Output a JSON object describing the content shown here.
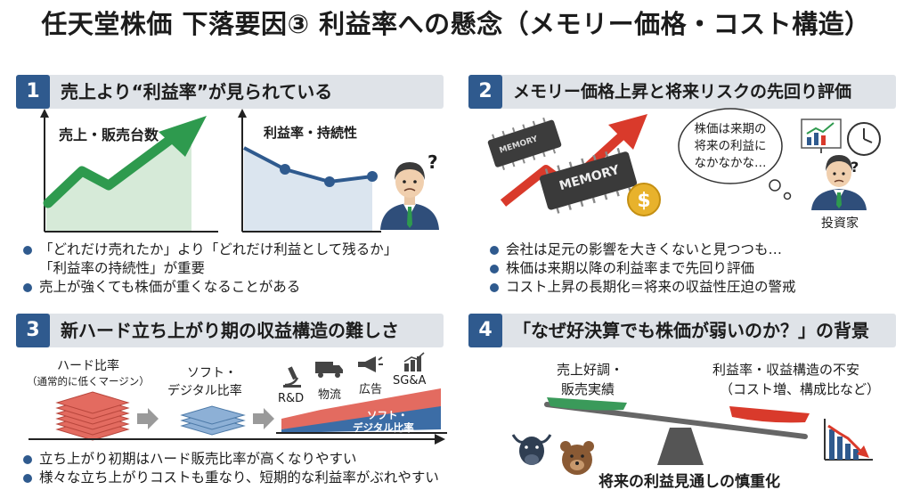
{
  "title": "任天堂株価 下落要因③ 利益率への懸念（メモリー価格・コスト構造）",
  "sections": [
    {
      "num": "1",
      "title": "売上より“利益率”が見られている",
      "chart_left_label": "売上・販売台数",
      "chart_right_label": "利益率・持続性",
      "bullets": [
        "「どれだけ売れたか」より「どれだけ利益として残るか」",
        "「利益率の持続性」が重要",
        "売上が強くても株価が重くなることがある"
      ]
    },
    {
      "num": "2",
      "title": "メモリー価格上昇と将来リスクの先回り評価",
      "chip_small_label": "MEMORY",
      "chip_big_label": "MEMORY",
      "bubble_lines": [
        "株価は来期の",
        "将来の利益に",
        "なかなかな…"
      ],
      "investor_label": "投資家",
      "bullets": [
        "会社は足元の影響を大きくないと見つつも…",
        "株価は来期以降の利益率まで先回り評価",
        "コスト上昇の長期化＝将来の収益性圧迫の警戒"
      ]
    },
    {
      "num": "3",
      "title": "新ハード立ち上がり期の収益構造の難しさ",
      "hard_label_1": "ハード比率",
      "hard_label_2": "（通常的に低くマージン）",
      "soft_label_1": "ソフト・",
      "soft_label_2": "デジタル比率",
      "cost_labels": [
        "R&D",
        "物流",
        "広告",
        "SG&A"
      ],
      "ramp_label_1": "ソフト・",
      "ramp_label_2": "デジタル比率",
      "bullets": [
        "立ち上がり初期はハード販売比率が高くなりやすい",
        "様々な立ち上がりコストも重なり、短期的な利益率がぶれやすい"
      ]
    },
    {
      "num": "4",
      "title": "「なぜ好決算でも株価が弱いのか？」の背景",
      "left_label_1": "売上好調・",
      "left_label_2": "販売実績",
      "right_label_1": "利益率・収益構造の不安",
      "right_label_2": "（コスト増、構成比など）",
      "bottom_label": "将来の利益見通しの慎重化"
    }
  ],
  "colors": {
    "accent": "#2f5a8e",
    "green": "#2e9a4e",
    "red": "#d93a2b",
    "header_bg": "#dfe3e8"
  }
}
